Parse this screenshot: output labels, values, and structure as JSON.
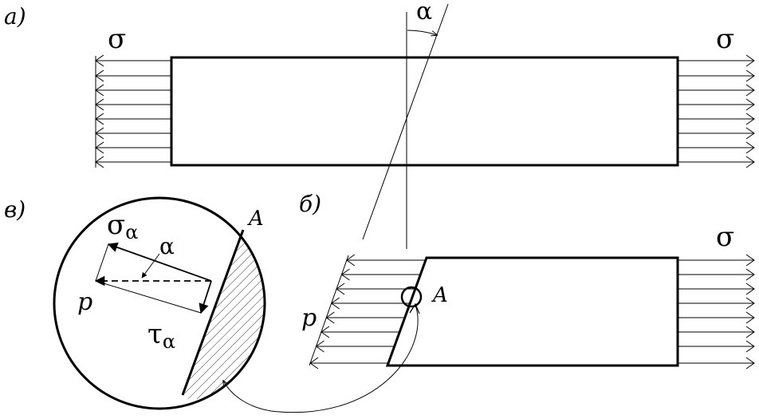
{
  "labels": {
    "panel_a": "а)",
    "panel_b": "б)",
    "panel_v": "в)",
    "sigma_left": "σ",
    "sigma_right": "σ",
    "sigma_b": "σ",
    "alpha_top": "α",
    "alpha_circle": "α",
    "point_a_circle": "A",
    "point_a_b": "A",
    "p_b": "p",
    "p_circle": "p",
    "sigma_alpha_base": "σ",
    "sigma_alpha_sub": "α",
    "tau_alpha_base": "τ",
    "tau_alpha_sub": "α"
  },
  "colors": {
    "ink": "#000000",
    "paper": "#ffffff"
  }
}
